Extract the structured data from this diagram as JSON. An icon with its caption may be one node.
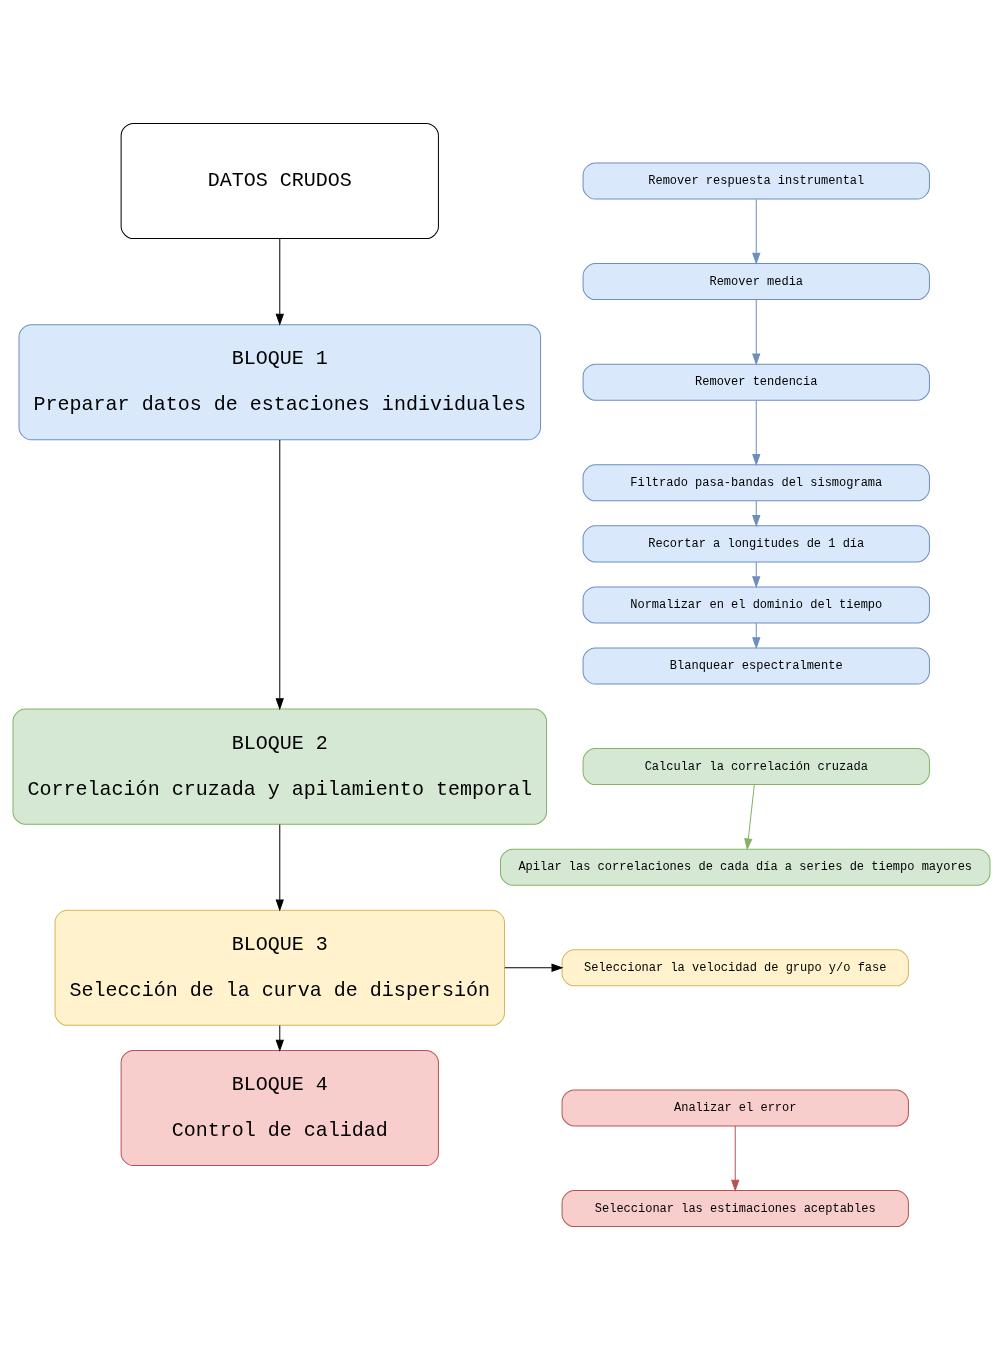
{
  "diagram": {
    "nodes": [
      {
        "text": [
          "DATOS CRUDOS"
        ]
      },
      {
        "text": [
          "BLOQUE 1",
          "Preparar datos de estaciones individuales"
        ]
      },
      {
        "text": [
          "Remover respuesta instrumental"
        ]
      },
      {
        "text": [
          "Remover media"
        ]
      },
      {
        "text": [
          "Remover tendencia"
        ]
      },
      {
        "text": [
          "Filtrado pasa-bandas del sismograma"
        ]
      },
      {
        "text": [
          "Recortar a longitudes de 1 día"
        ]
      },
      {
        "text": [
          "Normalizar en el dominio del tiempo"
        ]
      },
      {
        "text": [
          "Blanquear espectralmente"
        ]
      },
      {
        "text": [
          "BLOQUE 2",
          "Correlación cruzada y apilamiento temporal"
        ]
      },
      {
        "text": [
          "Calcular la correlación cruzada"
        ]
      },
      {
        "text": [
          "Apilar las correlaciones de cada día a series de tiempo mayores"
        ]
      },
      {
        "text": [
          "BLOQUE 3",
          "Selección de la curva de dispersión"
        ]
      },
      {
        "text": [
          "Seleccionar la velocidad de grupo y/o fase"
        ]
      },
      {
        "text": [
          "BLOQUE 4",
          "Control de calidad"
        ]
      },
      {
        "text": [
          "Analizar el error"
        ]
      },
      {
        "text": [
          "Seleccionar las estimaciones aceptables"
        ]
      }
    ],
    "edges": [
      {
        "from": 0,
        "to": 1,
        "arrow": "to",
        "color": "#000000"
      },
      {
        "from": 2,
        "to": 3,
        "arrow": "to",
        "color": "#6c8ebf"
      },
      {
        "from": 3,
        "to": 4,
        "arrow": "to",
        "color": "#6c8ebf"
      },
      {
        "from": 4,
        "to": 5,
        "arrow": "to",
        "color": "#6c8ebf"
      },
      {
        "from": 5,
        "to": 6,
        "arrow": "to",
        "color": "#6c8ebf"
      },
      {
        "from": 6,
        "to": 7,
        "arrow": "to",
        "color": "#6c8ebf"
      },
      {
        "from": 7,
        "to": 8,
        "arrow": "to",
        "color": "#6c8ebf"
      },
      {
        "from": 1,
        "to": 9,
        "arrow": "to",
        "color": "#000000"
      },
      {
        "from": 10,
        "to": 11,
        "arrow": "to",
        "color": "#82b366"
      },
      {
        "from": 9,
        "to": 12,
        "arrow": "to",
        "color": "#000000"
      },
      {
        "from": 12,
        "to": 13,
        "arrow": "to",
        "color": "#000000"
      },
      {
        "from": 12,
        "to": 14,
        "arrow": "to",
        "color": "#000000"
      },
      {
        "from": 15,
        "to": 16,
        "arrow": "to",
        "color": "#b85450"
      }
    ]
  }
}
